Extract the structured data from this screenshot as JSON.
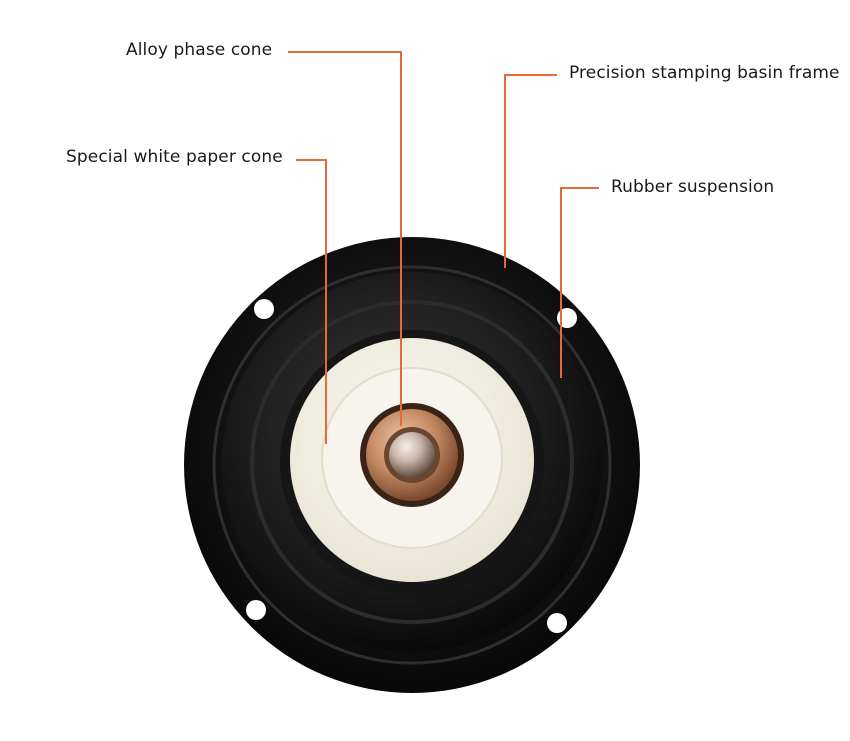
{
  "callouts": {
    "alloy_phase_cone": "Alloy phase cone",
    "special_white_paper_cone": "Special white paper cone",
    "precision_stamping_basin_frame": "Precision stamping basin frame",
    "rubber_suspension": "Rubber suspension"
  },
  "colors": {
    "leader_line": "#e8683a",
    "frame": "#111111",
    "paper_cone": "#f4f1e6",
    "phase_cone": "#c48a64"
  },
  "image": {
    "subject": "speaker-driver"
  }
}
